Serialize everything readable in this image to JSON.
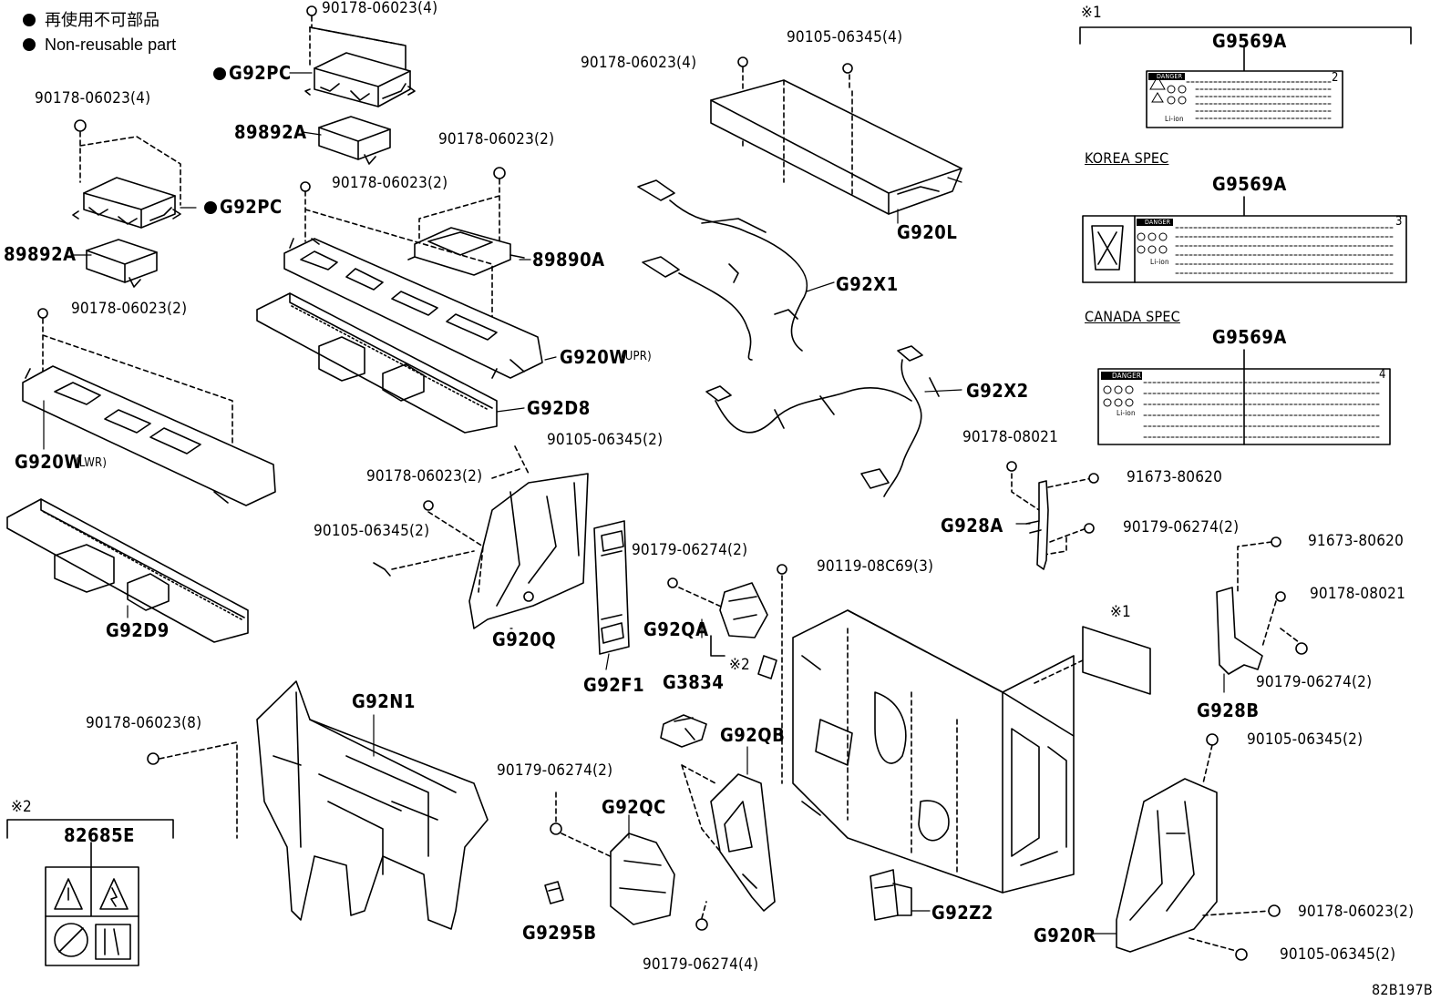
{
  "legend": {
    "line1": "再使用不可部品",
    "line2": "Non-reusable part"
  },
  "notes": {
    "ref1_top": "※1",
    "ref1_mid": "※1",
    "ref2_box": "※2",
    "ref2_mid": "※2"
  },
  "specs": {
    "korea": "KOREA SPEC",
    "canada": "CANADA SPEC"
  },
  "labels": {
    "l_90178_06023_4_top": "90178-06023(4)",
    "l_g92pc_top": "G92PC",
    "l_89892a_top": "89892A",
    "l_90178_06023_4_left": "90178-06023(4)",
    "l_g92pc_left": "G92PC",
    "l_89892a_left": "89892A",
    "l_90178_06023_2_mid": "90178-06023(2)",
    "l_90178_06023_2_right": "90178-06023(2)",
    "l_89890a": "89890A",
    "l_90178_06023_2_left": "90178-06023(2)",
    "l_g920w_upr": "G920W",
    "l_upr": "(UPR)",
    "l_g92d8": "G92D8",
    "l_g920w_lwr": "G920W",
    "l_lwr": "(LWR)",
    "l_g92d9": "G92D9",
    "l_90178_06023_4_harness": "90178-06023(4)",
    "l_90105_06345_4": "90105-06345(4)",
    "l_g920l": "G920L",
    "l_g92x1": "G92X1",
    "l_g92x2": "G92X2",
    "l_g9569a_1": "G9569A",
    "l_g9569a_2": "G9569A",
    "l_g9569a_3": "G9569A",
    "l_90105_06345_2_mid": "90105-06345(2)",
    "l_90178_06023_2_cover": "90178-06023(2)",
    "l_90105_06345_2_cover": "90105-06345(2)",
    "l_g920q": "G920Q",
    "l_g92f1": "G92F1",
    "l_90179_06274_2_mid": "90179-06274(2)",
    "l_g92qa": "G92QA",
    "l_g3834": "G3834",
    "l_90119_08c69_3": "90119-08C69(3)",
    "l_90178_08021_top": "90178-08021",
    "l_91673_80620_top": "91673-80620",
    "l_g928a": "G928A",
    "l_90179_06274_2_right": "90179-06274(2)",
    "l_91673_80620_mid": "91673-80620",
    "l_90178_08021_mid": "90178-08021",
    "l_90179_06274_2_b": "90179-06274(2)",
    "l_g928b": "G928B",
    "l_90178_06023_8": "90178-06023(8)",
    "l_g92n1": "G92N1",
    "l_g92qb": "G92QB",
    "l_90179_06274_2_low": "90179-06274(2)",
    "l_g92qc": "G92QC",
    "l_g9295b": "G9295B",
    "l_90179_06274_4": "90179-06274(4)",
    "l_g92z2": "G92Z2",
    "l_90105_06345_2_right": "90105-06345(2)",
    "l_90178_06023_2_bottom": "90178-06023(2)",
    "l_g920r": "G920R",
    "l_90105_06345_2_bottom": "90105-06345(2)",
    "l_82685e": "82685E",
    "l_drawing_no": "82B197B"
  },
  "warning_label_text": {
    "danger": "DANGER",
    "li_ion": "Li-ion",
    "num2": "2",
    "num3": "3",
    "num4": "4"
  }
}
